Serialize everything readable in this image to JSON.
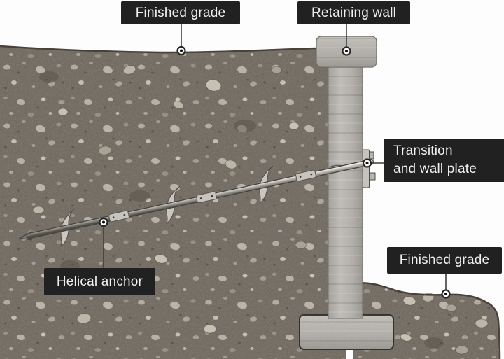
{
  "figure": {
    "type": "technical illustration",
    "subject": "Helical anchor tieback supporting a concrete retaining wall in soil"
  },
  "callouts": {
    "finished_grade_top": {
      "label": "Finished grade"
    },
    "retaining_wall": {
      "label": "Retaining wall"
    },
    "transition_plate": {
      "line1": "Transition",
      "line2": "and wall plate"
    },
    "finished_grade_right": {
      "label": "Finished grade"
    },
    "helical_anchor": {
      "label": "Helical anchor"
    }
  },
  "colors": {
    "label_bg": "#212121",
    "label_text": "#f1f1f1",
    "soil": "#6e665c",
    "soil_edge": "#49413a",
    "concrete_mid": "#b2afaa",
    "callout_line": "#3e3e3e",
    "steel_dark": "#46423d"
  }
}
